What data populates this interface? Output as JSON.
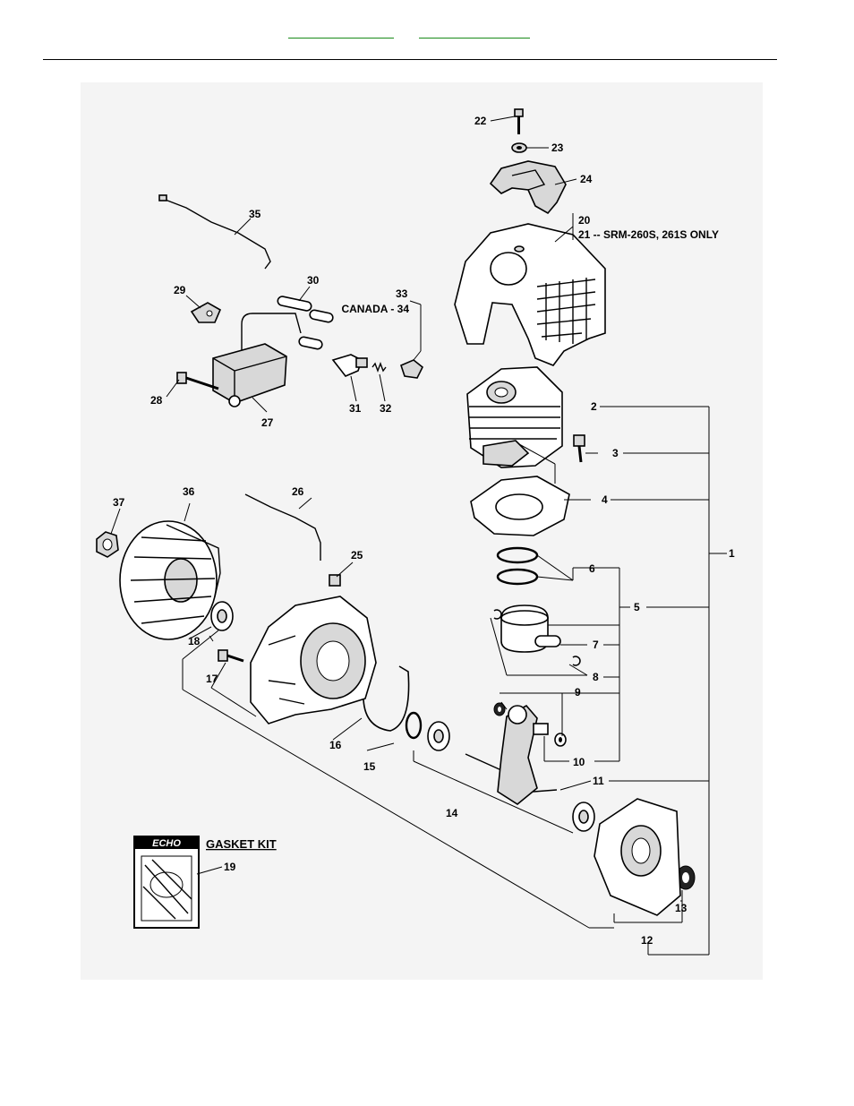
{
  "header": {
    "links": [
      "",
      ""
    ]
  },
  "labels": {
    "n1": "1",
    "n2": "2",
    "n3": "3",
    "n4": "4",
    "n5": "5",
    "n6": "6",
    "n7": "7",
    "n8": "8",
    "n9": "9",
    "n10": "10",
    "n11": "11",
    "n12": "12",
    "n13": "13",
    "n14": "14",
    "n15": "15",
    "n16": "16",
    "n17": "17",
    "n18": "18",
    "n19": "19",
    "n20": "20",
    "n21": "21 -- SRM-260S, 261S ONLY",
    "n22": "22",
    "n23": "23",
    "n24": "24",
    "n25": "25",
    "n26": "26",
    "n27": "27",
    "n28": "28",
    "n29": "29",
    "n30": "30",
    "n31": "31",
    "n32": "32",
    "n33": "33",
    "n34": "CANADA - 34",
    "n35": "35",
    "n36": "36",
    "n37": "37"
  },
  "gasket_kit": {
    "title": "GASKET KIT",
    "brand": "ECHO"
  }
}
